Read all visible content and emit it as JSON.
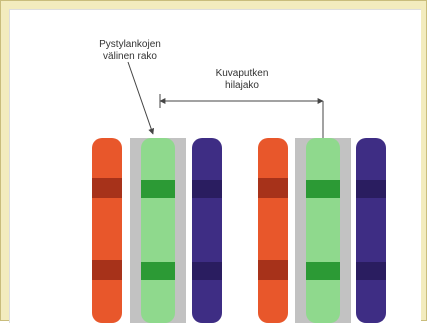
{
  "labels": {
    "gap_line1": "Pystylankojen",
    "gap_line2": "välinen rako",
    "pitch_line1": "Kuvaputken",
    "pitch_line2": "hilajako"
  },
  "colors": {
    "frame": "#f3ecbe",
    "red_stripe": "#e8572b",
    "red_dark": "#9b2c18",
    "green_stripe": "#8fd98d",
    "green_dark": "#2c9a35",
    "blue_stripe": "#3e2d84",
    "blue_dark": "#2a1d60",
    "grille": "#c2c2c2",
    "annotation": "#444444"
  }
}
